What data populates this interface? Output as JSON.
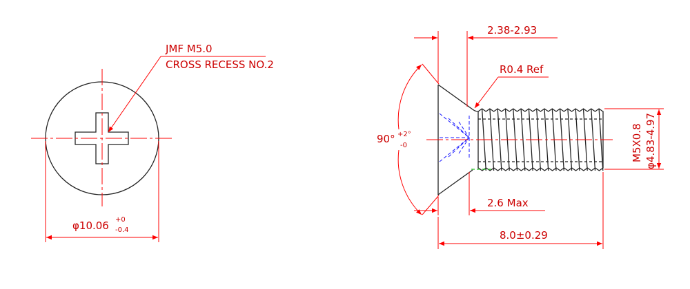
{
  "colors": {
    "outline": "#222222",
    "dimension": "#ff0000",
    "dimension_text": "#cc0000",
    "recess_hidden": "#1a1aff",
    "thread_hidden": "#22bb22",
    "background": "#ffffff"
  },
  "top_view": {
    "callout_line1": "JMF M5.0",
    "callout_line2": "CROSS RECESS NO.2",
    "diameter_symbol": "φ",
    "diameter_value": "10.06",
    "diameter_tol_plus": "+0",
    "diameter_tol_minus": "-0.4"
  },
  "side_view": {
    "head_height_label": "2.38-2.93",
    "radius_label": "R0.4 Ref",
    "angle_value": "90°",
    "angle_tol_plus": "+2°",
    "angle_tol_minus": "-0",
    "recess_depth_label": "2.6 Max",
    "length_label": "8.0±0.29",
    "thread_label": "M5X0.8",
    "major_diameter_label": "φ4.83-4.97"
  }
}
